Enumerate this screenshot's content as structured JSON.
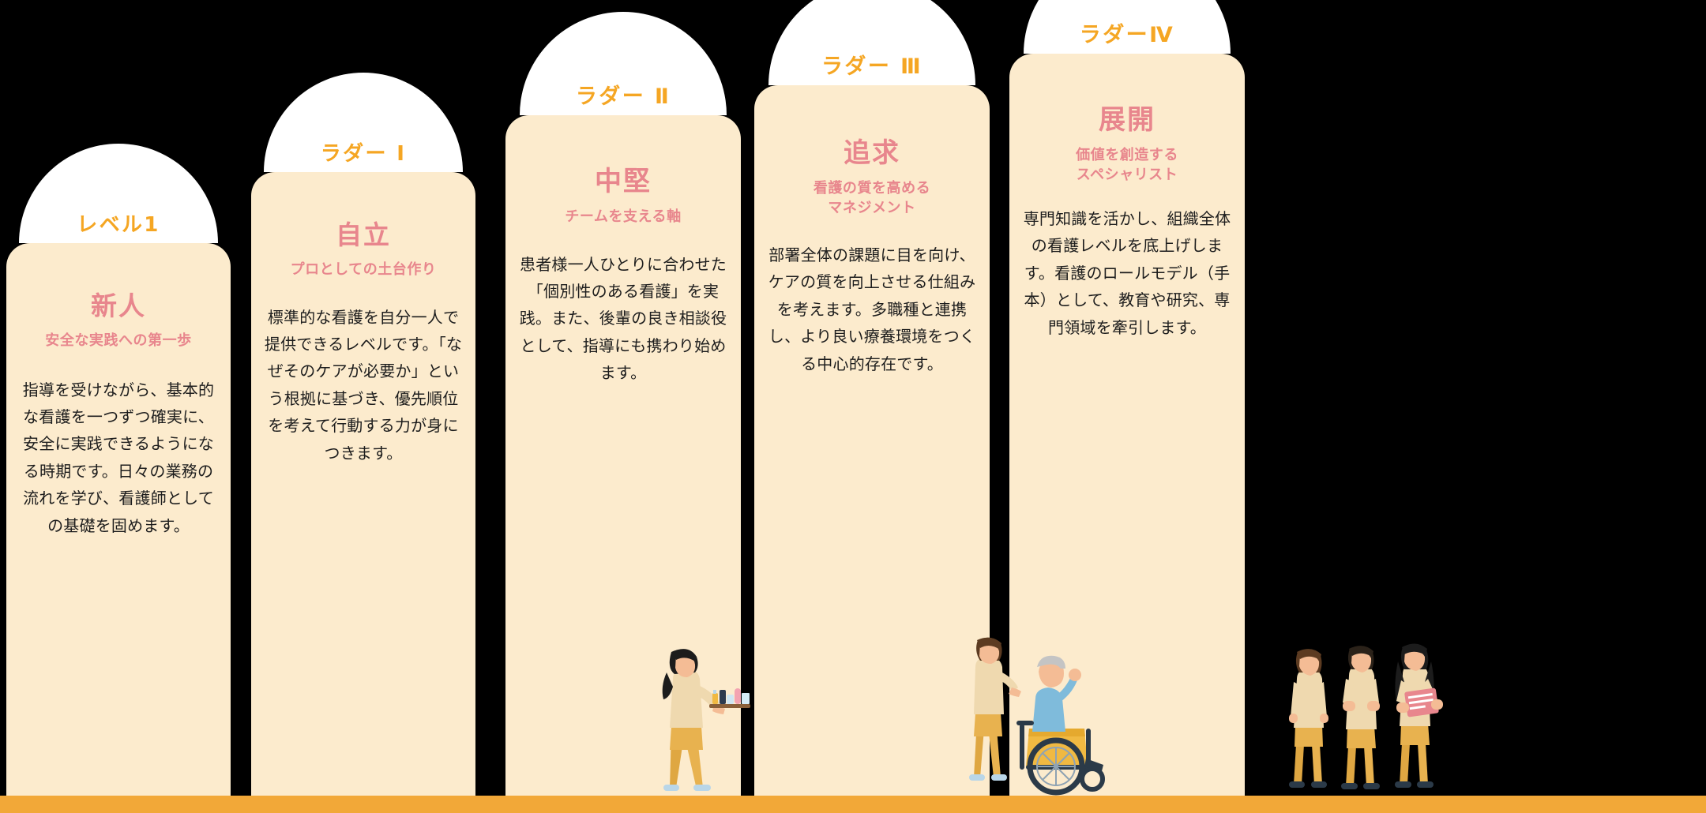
{
  "theme": {
    "background": "#000000",
    "card_bg": "#FCEBCD",
    "dome_bg": "#FFFFFF",
    "accent_orange": "#F5A623",
    "accent_pink": "#E8868D",
    "ground_bar": "#F2A838",
    "body_text": "#1d1d1d"
  },
  "columns": [
    {
      "ladder_label": "レベル1",
      "title": "新人",
      "subtitle": "安全な実践への第一歩",
      "body": "指導を受けながら、基本的な看護を一つずつ確実に、安全に実践できるようになる時期です。日々の業務の流れを学び、看護師としての基礎を固めます。"
    },
    {
      "ladder_label": "ラダー Ⅰ",
      "title": "自立",
      "subtitle": "プロとしての土台作り",
      "body": "標準的な看護を自分一人で提供できるレベルです。「なぜそのケアが必要か」という根拠に基づき、優先順位を考えて行動する力が身につきます。"
    },
    {
      "ladder_label": "ラダー Ⅱ",
      "title": "中堅",
      "subtitle": "チームを支える軸",
      "body": "患者様一人ひとりに合わせた「個別性のある看護」を実践。また、後輩の良き相談役として、指導にも携わり始めます。"
    },
    {
      "ladder_label": "ラダー Ⅲ",
      "title": "追求",
      "subtitle": "看護の質を高める\nマネジメント",
      "body": "部署全体の課題に目を向け、ケアの質を向上させる仕組みを考えます。多職種と連携し、より良い療養環境をつくる中心的存在です。"
    },
    {
      "ladder_label": "ラダーⅣ",
      "title": "展開",
      "subtitle": "価値を創造する\nスペシャリスト",
      "body": "専門知識を活かし、組織全体の看護レベルを底上げします。看護のロールモデル（手本）として、教育や研究、専門領域を牽引します。"
    }
  ],
  "illustrations": [
    {
      "name": "nurse-with-tray"
    },
    {
      "name": "nurse-pushing-wheelchair-patient"
    },
    {
      "name": "nursing-team-of-three"
    }
  ]
}
